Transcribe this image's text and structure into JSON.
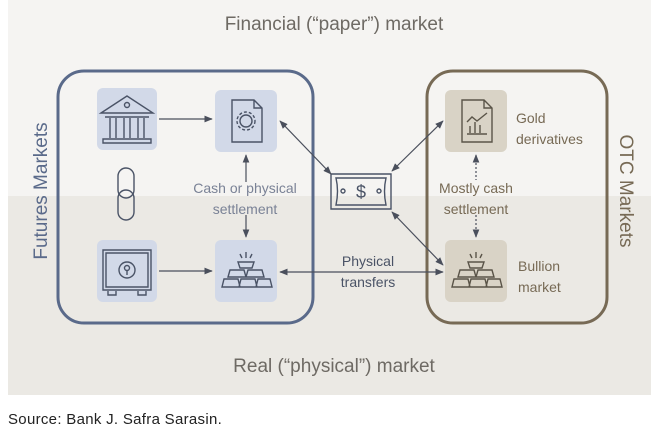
{
  "header": {
    "top_title": "Financial (“paper”) market",
    "bottom_title": "Real (“physical”) market"
  },
  "futures": {
    "label": "Futures Markets",
    "settlement": "Cash or physical settlement"
  },
  "otc": {
    "label": "OTC Markets",
    "derivatives": "Gold derivatives",
    "bullion": "Bullion market",
    "settlement": "Mostly cash settlement"
  },
  "middle": {
    "transfers": "Physical transfers"
  },
  "source": "Source: Bank J. Safra Sarasin.",
  "colors": {
    "futures": "#5a6a8a",
    "otc": "#776a55",
    "futures_fill": "#d2d9e8",
    "otc_fill": "#d9d3c6"
  }
}
